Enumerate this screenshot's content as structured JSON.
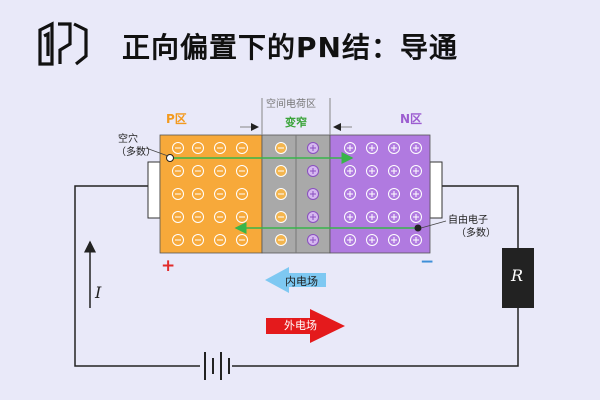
{
  "title": "正向偏置下的PN结：导通",
  "colors": {
    "p_region": "#f7a93a",
    "n_region": "#b07ae0",
    "depletion": "#a9a9a9",
    "hole_arrow": "#39b54a",
    "inner_field": "#7ec8f2",
    "outer_field": "#e41a1c",
    "resistor": "#222222"
  },
  "p_region": {
    "label": "P区",
    "carrier_symbol": "⊖"
  },
  "n_region": {
    "label": "N区",
    "carrier_symbol": "⊕"
  },
  "depletion": {
    "title": "空间电荷区",
    "state": "变窄"
  },
  "hole": {
    "line1": "空穴",
    "line2": "（多数）"
  },
  "electron": {
    "line1": "自由电子",
    "line2": "（多数）"
  },
  "polarity": {
    "plus": "+",
    "minus": "−"
  },
  "inner_field": {
    "label": "内电场"
  },
  "outer_field": {
    "label": "外电场"
  },
  "current_label": "I",
  "resistor_label": "R",
  "icons": {
    "logo": "opzo-logo-icon",
    "battery": "battery-icon",
    "resistor": "resistor-icon"
  }
}
